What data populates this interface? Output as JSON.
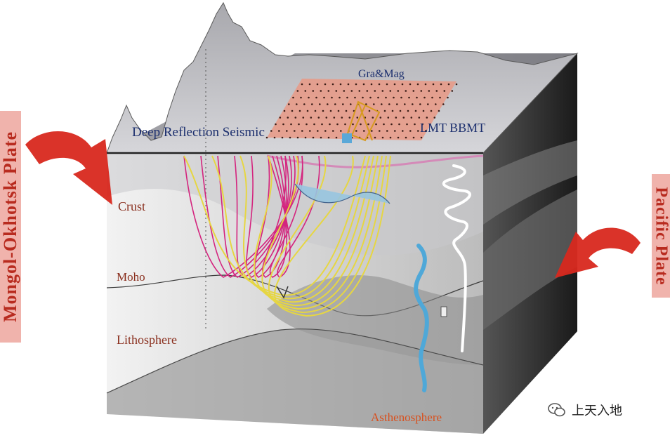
{
  "diagram": {
    "labels": {
      "deep_reflection_seismic": "Deep Reflection Seismic",
      "gra_mag": "Gra&Mag",
      "lmt_bbmt": "LMT  BBMT",
      "crust": "Crust",
      "moho": "Moho",
      "lithosphere": "Lithosphere",
      "asthenosphere": "Asthenosphere",
      "mongol_okhotsk_plate": "Mongol-Okhotsk Plate",
      "pacific_plate": "Pacific Plate"
    },
    "colors": {
      "banner_bg": "#f0b3ac",
      "banner_text": "#b82b1f",
      "arrow": "#d8281e",
      "seismic_lines": "#d4247e",
      "ray_lines": "#e6d642",
      "mt_curve": "#ffffff",
      "asthenosphere_curve": "#4fa8d8",
      "grid_panel": "#e99985",
      "label_text": "#8a2f1e",
      "survey_text": "#1c2f6e"
    }
  },
  "watermark": {
    "icon": "wechat-icon",
    "text": "上天入地"
  }
}
